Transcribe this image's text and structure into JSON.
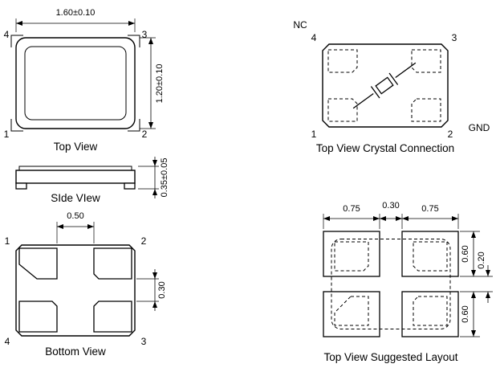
{
  "page": {
    "background": "#ffffff",
    "line_color": "#000000"
  },
  "drawing": {
    "top_view": {
      "label": "Top View",
      "dim_width": "1.60±0.10",
      "dim_height": "1.20±0.10",
      "pin_top_left": "4",
      "pin_top_right": "3",
      "pin_bottom_left": "1",
      "pin_bottom_right": "2"
    },
    "side_view": {
      "label": "SIde VIew",
      "dim_thickness": "0.35±0.05"
    },
    "bottom_view": {
      "label": "Bottom View",
      "dim_pad_gap_horizontal": "0.50",
      "dim_pad_gap_vertical": "0.30",
      "pin_top_left": "1",
      "pin_top_right": "2",
      "pin_bottom_left": "4",
      "pin_bottom_right": "3"
    },
    "crystal_connection": {
      "label": "Top View Crystal Connection",
      "nc_label": "NC",
      "gnd_label": "GND",
      "pin_top_left": "4",
      "pin_top_right": "3",
      "pin_bottom_left": "1",
      "pin_bottom_right": "2"
    },
    "suggested_layout": {
      "label": "Top View Suggested Layout",
      "dim_pad_width_left": "0.75",
      "dim_gap_horizontal": "0.30",
      "dim_pad_width_right": "0.75",
      "dim_pad_height_top": "0.60",
      "dim_gap_vertical": "0.20",
      "dim_pad_height_bottom": "0.60"
    }
  }
}
